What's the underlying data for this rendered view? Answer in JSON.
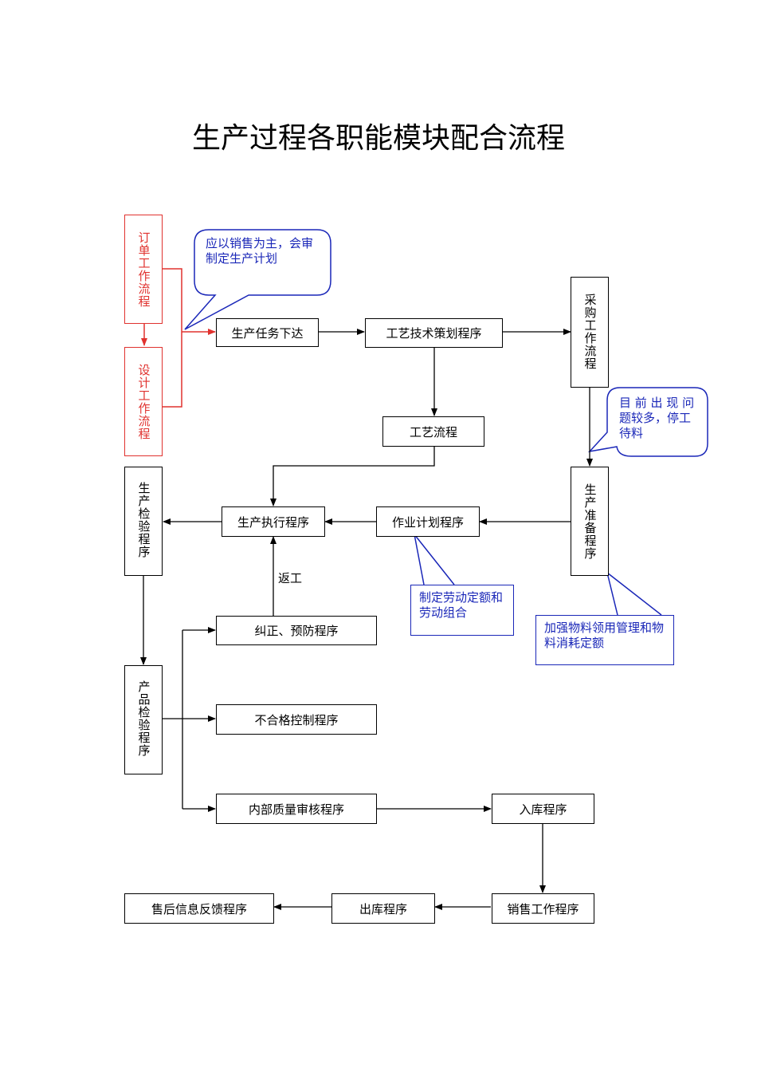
{
  "title": "生产过程各职能模块配合流程",
  "colors": {
    "line": "#000000",
    "red": "#e0322f",
    "blue": "#1a27b8"
  },
  "nodes": {
    "order": "订单工作流程",
    "design": "设计工作流程",
    "task": "生产任务下达",
    "process_plan": "工艺技术策划程序",
    "purchase": "采购工作流程",
    "craft_flow": "工艺流程",
    "prod_prep": "生产准备程序",
    "prod_exec": "生产执行程序",
    "work_plan": "作业计划程序",
    "prod_inspect": "生产检验程序",
    "product_inspect": "产品检验程序",
    "corrective": "纠正、预防程序",
    "nonconform": "不合格控制程序",
    "internal_audit": "内部质量审核程序",
    "warehouse_in": "入库程序",
    "sales": "销售工作程序",
    "warehouse_out": "出库程序",
    "after_sales": "售后信息反馈程序"
  },
  "labels": {
    "rework": "返工"
  },
  "notes": {
    "sales_plan": "应以销售为主，会审制定生产计划",
    "stoppage": "目 前 出 现 问 题较多，停工待料",
    "labor_quota": "制定劳动定额和劳动组合",
    "material": "加强物料领用管理和物料消耗定额"
  }
}
